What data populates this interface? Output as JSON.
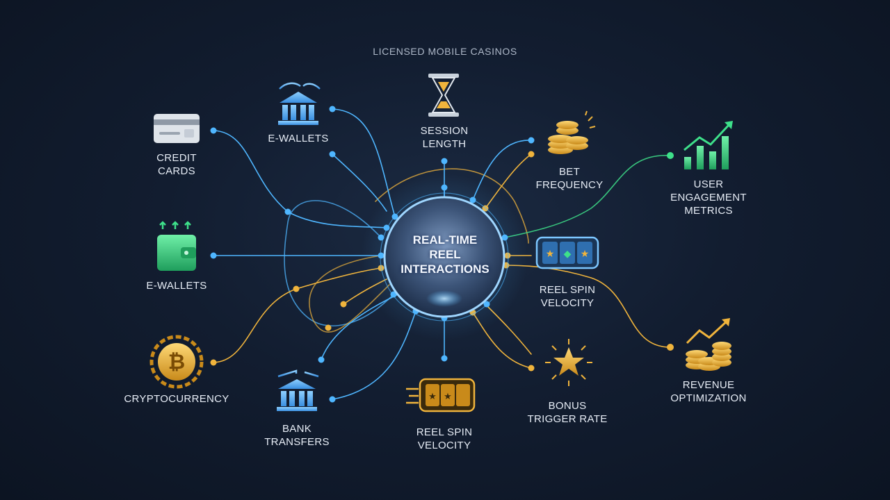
{
  "header": "LICENSED MOBILE CASINOS",
  "center": {
    "label": "REAL-TIME\nREEL\nINTERACTIONS"
  },
  "colors": {
    "blue": "#4fb6ff",
    "gold": "#f0b43c",
    "green": "#3ee08a",
    "background": "#121d30"
  },
  "nodes": {
    "credit_cards": {
      "label": "CREDIT\nCARDS",
      "icon": "credit-card-icon"
    },
    "ewallets_top": {
      "label": "E-WALLETS",
      "icon": "bank-transfer-icon"
    },
    "session_length": {
      "label": "SESSION\nLENGTH",
      "icon": "hourglass-icon"
    },
    "bet_frequency": {
      "label": "BET\nFREQUENCY",
      "icon": "coin-stack-icon"
    },
    "user_engagement": {
      "label": "USER\nENGAGEMENT\nMETRICS",
      "icon": "growth-chart-icon"
    },
    "ewallets_left": {
      "label": "E-WALLETS",
      "icon": "wallet-icon"
    },
    "reel_spin_right": {
      "label": "REEL SPIN\nVELOCITY",
      "icon": "slot-reels-icon"
    },
    "cryptocurrency": {
      "label": "CRYPTOCURRENCY",
      "icon": "bitcoin-icon"
    },
    "bank_transfers": {
      "label": "BANK\nTRANSFERS",
      "icon": "bank-icon"
    },
    "reel_spin_bottom": {
      "label": "REEL SPIN\nVELOCITY",
      "icon": "fast-slot-reels-icon"
    },
    "bonus_trigger": {
      "label": "BONUS\nTRIGGER RATE",
      "icon": "star-burst-icon"
    },
    "revenue": {
      "label": "REVENUE\nOPTIMIZATION",
      "icon": "revenue-coins-icon"
    }
  }
}
